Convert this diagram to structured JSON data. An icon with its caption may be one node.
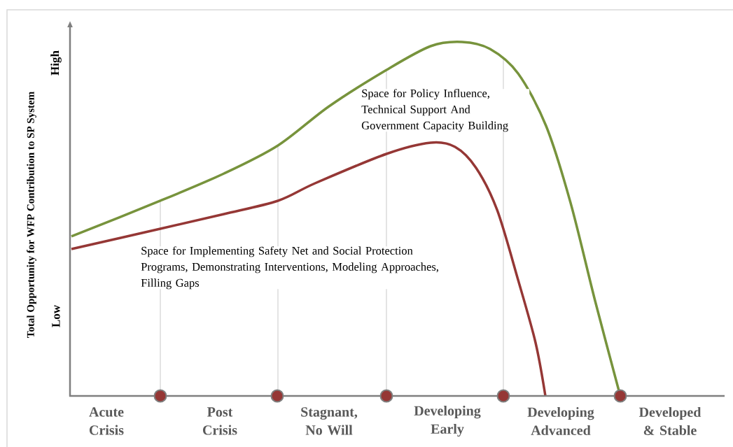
{
  "diagram": {
    "labels": [
      "Total Opportunity for WFP Contribution to SP System",
      "High",
      "Space for Policy Influence, Technical Support And Government Capacity Building",
      "Space for Implementing Safety Net and Social Protection Programs, Demonstrating Interventions, Modeling Approaches, Filling Gaps",
      "Low",
      "Acute Crisis",
      "Post Crisis",
      "Stagnant, No Will",
      "Developing Early",
      "Developing Advanced",
      "Developed & Stable"
    ]
  }
}
